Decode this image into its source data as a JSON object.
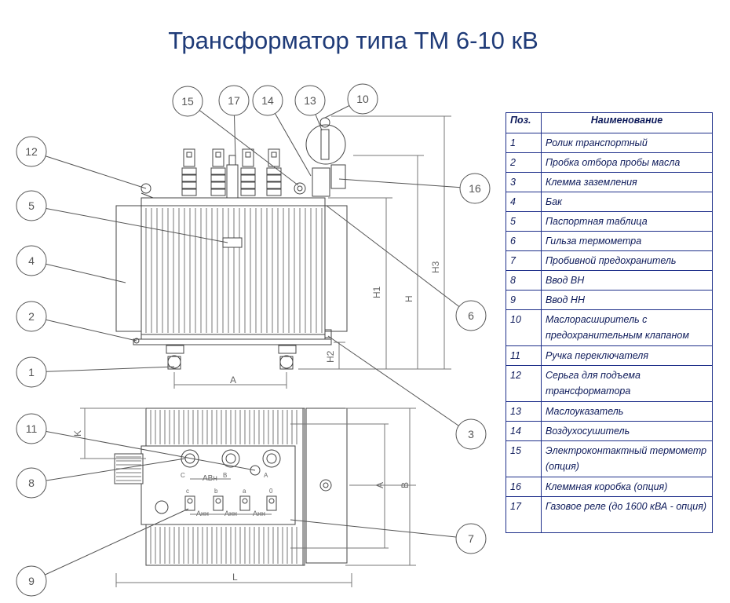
{
  "title": "Трансформатор типа ТМ 6-10 кВ",
  "legend": {
    "headers": {
      "pos": "Поз.",
      "name": "Наименование"
    },
    "rows": [
      {
        "pos": "1",
        "name": "Ролик транспортный"
      },
      {
        "pos": "2",
        "name": "Пробка отбора пробы масла"
      },
      {
        "pos": "3",
        "name": "Клемма заземления"
      },
      {
        "pos": "4",
        "name": "Бак"
      },
      {
        "pos": "5",
        "name": "Паспортная таблица"
      },
      {
        "pos": "6",
        "name": "Гильза термометра"
      },
      {
        "pos": "7",
        "name": "Пробивной предохранитель"
      },
      {
        "pos": "8",
        "name": "Ввод ВН"
      },
      {
        "pos": "9",
        "name": "Ввод НН"
      },
      {
        "pos": "10",
        "name": "Маслорасширитель с предохранительным клапаном"
      },
      {
        "pos": "11",
        "name": "Ручка переключателя"
      },
      {
        "pos": "12",
        "name": "Серьга для подъема трансформатора"
      },
      {
        "pos": "13",
        "name": "Маслоуказатель"
      },
      {
        "pos": "14",
        "name": "Воздухосушитель"
      },
      {
        "pos": "15",
        "name": "Электроконтактный термометр (опция)"
      },
      {
        "pos": "16",
        "name": "Клеммная коробка (опция)"
      },
      {
        "pos": "17",
        "name": "Газовое реле (до 1600 кВА - опция)"
      }
    ]
  },
  "callouts": [
    "1",
    "2",
    "3",
    "4",
    "5",
    "6",
    "7",
    "8",
    "9",
    "10",
    "11",
    "12",
    "13",
    "14",
    "15",
    "16",
    "17"
  ],
  "dimensions": {
    "A": "A",
    "B": "B",
    "L": "L",
    "H": "H",
    "H1": "H1",
    "H2": "H2",
    "H3": "H3",
    "K": "K",
    "AVN": "АВн",
    "ANN": "Анн",
    "phase_hv": [
      "C",
      "B",
      "A"
    ],
    "phase_lv": [
      "c",
      "b",
      "a",
      "0"
    ]
  },
  "colors": {
    "title": "#1f3b78",
    "table_border": "#1e2f8a",
    "table_text": "#0d1a5a",
    "drawing": "#444444"
  }
}
